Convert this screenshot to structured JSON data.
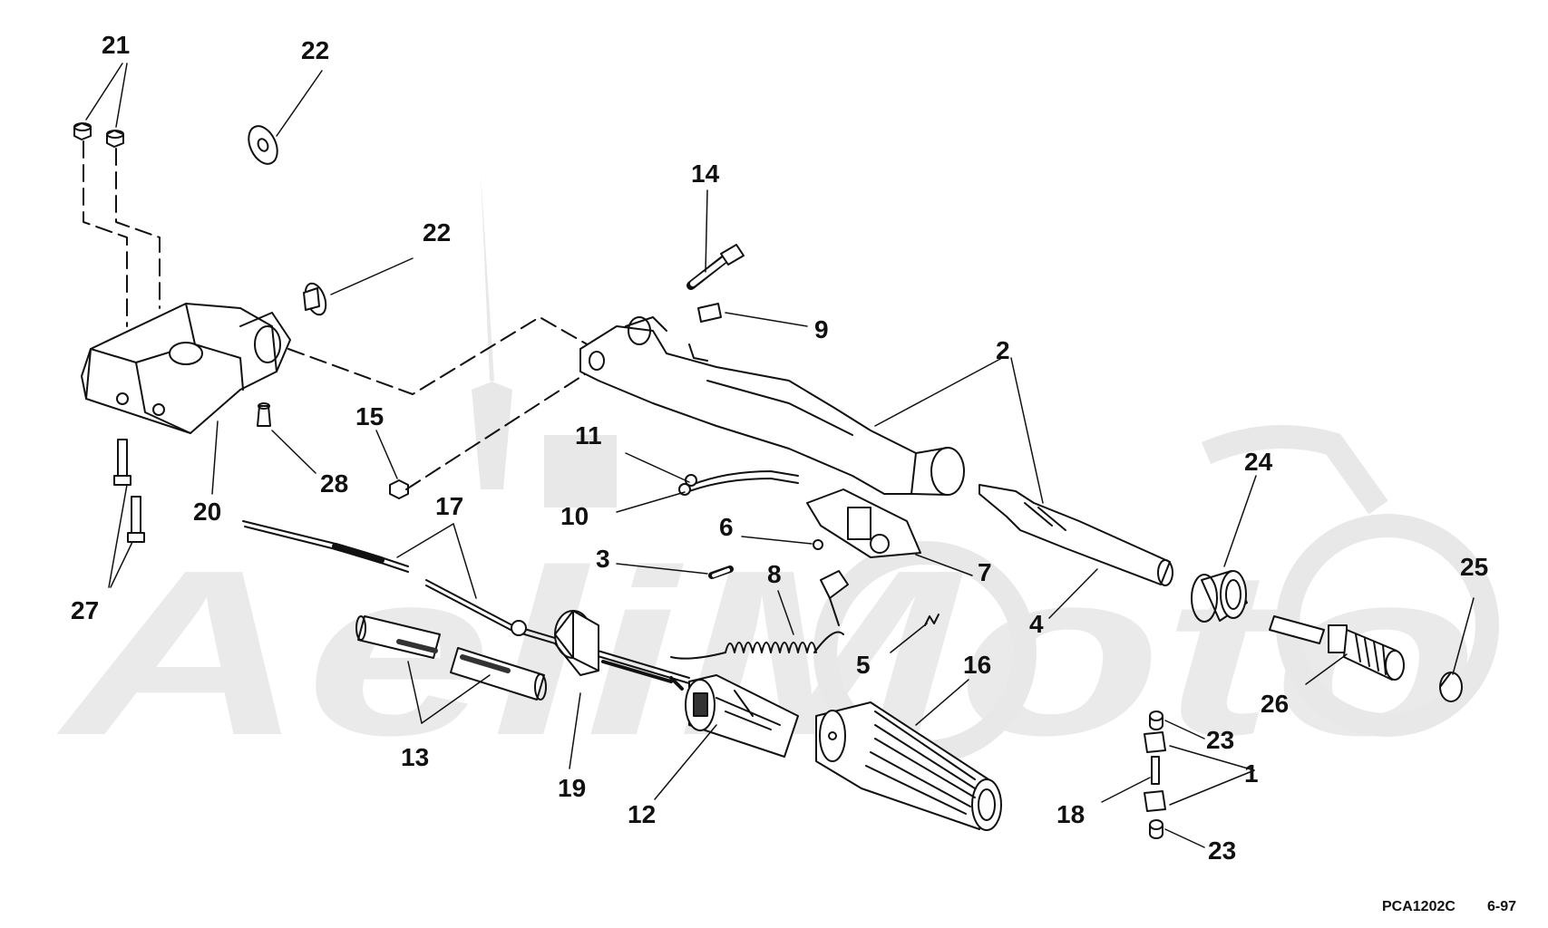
{
  "diagram": {
    "watermark_text": "AeliMoto",
    "callouts": {
      "c21": "21",
      "c22a": "22",
      "c22b": "22",
      "c14": "14",
      "c9": "9",
      "c2": "2",
      "c15": "15",
      "c11": "11",
      "c10": "10",
      "c28": "28",
      "c20": "20",
      "c17": "17",
      "c24": "24",
      "c6": "6",
      "c3": "3",
      "c8": "8",
      "c7": "7",
      "c27": "27",
      "c4": "4",
      "c25": "25",
      "c5": "5",
      "c16": "16",
      "c13": "13",
      "c19": "19",
      "c12": "12",
      "c26": "26",
      "c23a": "23",
      "c1": "1",
      "c18": "18",
      "c23b": "23"
    },
    "footer": {
      "code": "PCA1202C",
      "date": "6-97"
    }
  }
}
